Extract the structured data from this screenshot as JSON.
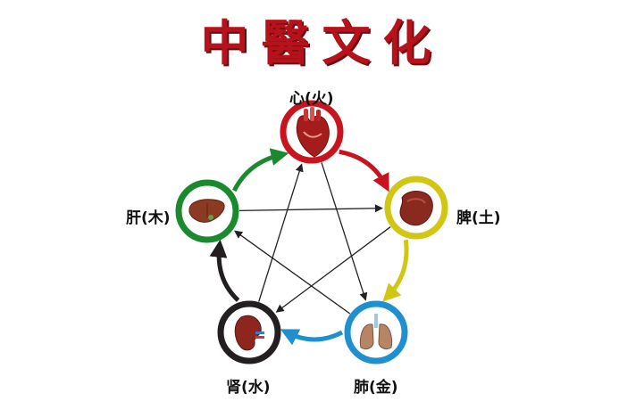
{
  "title": "中醫文化",
  "colors": {
    "title": "#b5121b",
    "fire": "#c8141e",
    "earth": "#d2c614",
    "metal": "#1f8fd0",
    "water": "#231f20",
    "wood": "#1a8a2e",
    "control_arrows": "#222222"
  },
  "organs": [
    {
      "id": "heart",
      "label": "心(火)",
      "icon": "heart-icon",
      "element": "fire"
    },
    {
      "id": "spleen",
      "label": "脾(土)",
      "icon": "spleen-icon",
      "element": "earth"
    },
    {
      "id": "lung",
      "label": "肺(金)",
      "icon": "lungs-icon",
      "element": "metal"
    },
    {
      "id": "kidney",
      "label": "肾(水)",
      "icon": "kidney-icon",
      "element": "water"
    },
    {
      "id": "liver",
      "label": "肝(木)",
      "icon": "liver-icon",
      "element": "wood"
    }
  ],
  "generating_cycle": [
    {
      "from": "heart",
      "to": "spleen"
    },
    {
      "from": "spleen",
      "to": "lung"
    },
    {
      "from": "lung",
      "to": "kidney"
    },
    {
      "from": "kidney",
      "to": "liver"
    },
    {
      "from": "liver",
      "to": "heart"
    }
  ],
  "controlling_cycle": [
    {
      "from": "heart",
      "to": "lung"
    },
    {
      "from": "lung",
      "to": "liver"
    },
    {
      "from": "liver",
      "to": "spleen"
    },
    {
      "from": "spleen",
      "to": "kidney"
    },
    {
      "from": "kidney",
      "to": "heart"
    }
  ]
}
